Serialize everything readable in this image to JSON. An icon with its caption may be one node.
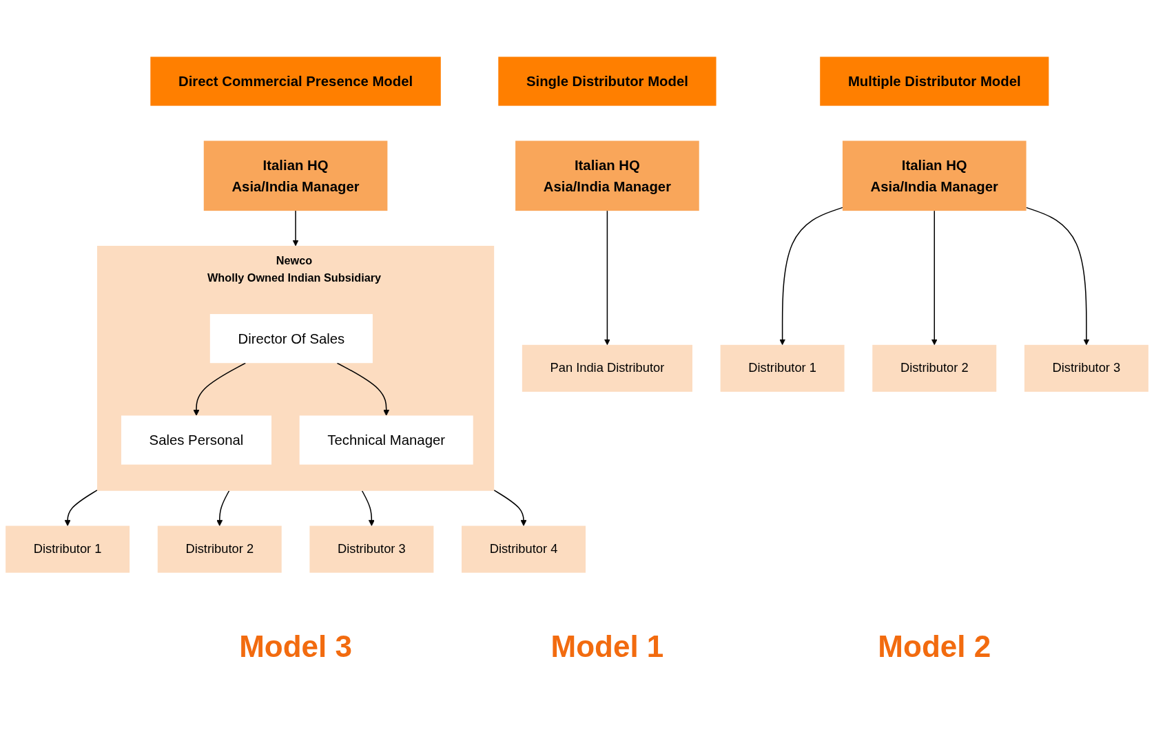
{
  "diagram": {
    "nodes": [
      {
        "text": [
          "Single Distributor Model"
        ]
      },
      {
        "text": [
          "Italian HQ",
          "Asia/India Manager"
        ]
      },
      {
        "text": [
          "Pan India Distributor"
        ]
      },
      {
        "text": [
          "Multiple Distributor Model"
        ]
      },
      {
        "text": [
          "Italian HQ",
          "Asia/India Manager"
        ]
      },
      {
        "text": [
          "Distributor 1"
        ]
      },
      {
        "text": [
          "Distributor 2"
        ]
      },
      {
        "text": [
          "Distributor 3"
        ]
      },
      {
        "text": [
          "Direct Commercial Presence Model"
        ]
      },
      {
        "text": [
          "Italian HQ",
          "Asia/India Manager"
        ]
      },
      {
        "text": [
          "Newco",
          "Wholly Owned Indian Subsidiary"
        ]
      },
      {
        "text": [
          "Director Of Sales"
        ],
        "in": 10
      },
      {
        "text": [
          "Sales Personal"
        ],
        "in": 10
      },
      {
        "text": [
          "Technical Manager"
        ],
        "in": 10
      },
      {
        "text": [
          "Distributor 1"
        ]
      },
      {
        "text": [
          "Distributor 2"
        ]
      },
      {
        "text": [
          "Distributor 3"
        ]
      },
      {
        "text": [
          "Distributor 4"
        ]
      }
    ],
    "edges": [
      {
        "from": 1,
        "to": 2,
        "arrow": "to"
      },
      {
        "from": 4,
        "to": 5,
        "arrow": "to"
      },
      {
        "from": 4,
        "to": 6,
        "arrow": "to"
      },
      {
        "from": 4,
        "to": 7,
        "arrow": "to"
      },
      {
        "from": 9,
        "to": 10,
        "arrow": "to"
      },
      {
        "from": 11,
        "to": 12,
        "arrow": "to"
      },
      {
        "from": 11,
        "to": 13,
        "arrow": "to"
      },
      {
        "from": 10,
        "to": 14,
        "arrow": "to"
      },
      {
        "from": 10,
        "to": 15,
        "arrow": "to"
      },
      {
        "from": 10,
        "to": 16,
        "arrow": "to"
      },
      {
        "from": 10,
        "to": 17,
        "arrow": "to"
      }
    ],
    "labels": [
      "Model 1",
      "Model 2",
      "Model 3"
    ]
  }
}
